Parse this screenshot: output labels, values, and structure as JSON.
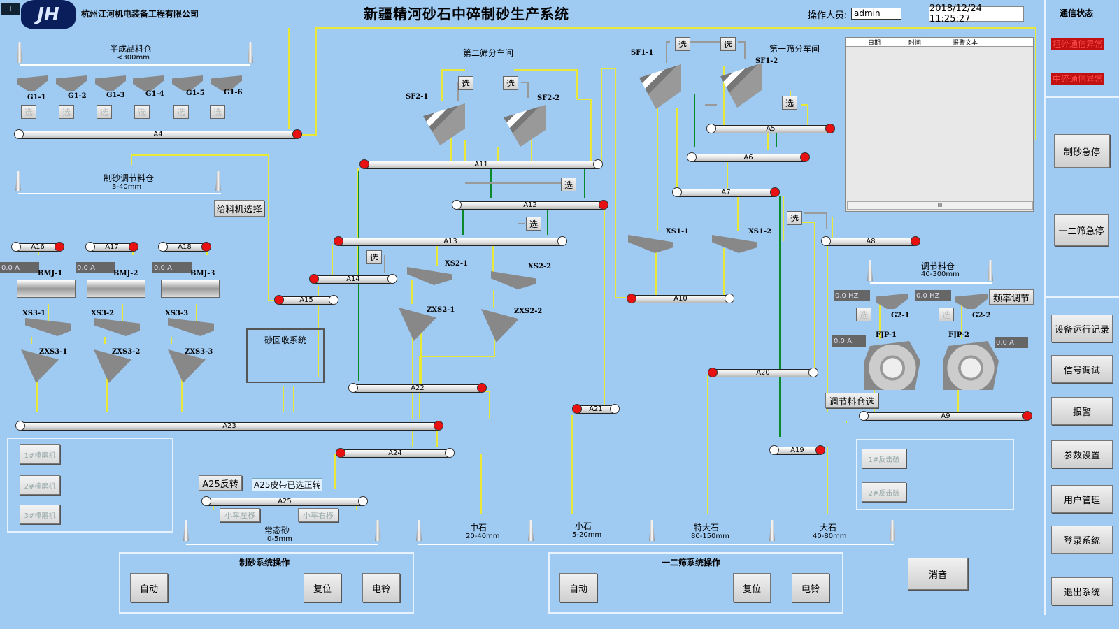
{
  "header": {
    "mini_logo": "I",
    "logo": "JH",
    "company": "杭州江河机电装备工程有限公司",
    "title": "新疆精河砂石中碎制砂生产系统",
    "operator_label": "操作人员:",
    "operator_value": "admin",
    "datetime": "2018/12/24 11:25:27"
  },
  "right_panel": {
    "comm_title": "通信状态",
    "comm_errors": [
      "粗碎通信异常",
      "中碎通信异常"
    ],
    "btn_sand_estop": "制砂急停",
    "btn_screen_estop": "一二筛急停",
    "buttons": [
      "设备运行记录",
      "信号调试",
      "报警",
      "参数设置",
      "用户管理",
      "登录系统",
      "退出系统"
    ]
  },
  "alarm_table": {
    "col_date": "日期",
    "col_time": "时间",
    "col_text": "报警文本",
    "scroll_mark": "III"
  },
  "areas": {
    "semi_bin": "半成品料仓",
    "semi_bin_sub": "<300mm",
    "sand_bin": "制砂调节料仓",
    "sand_bin_sub": "3-40mm",
    "screen2": "第二筛分车间",
    "screen1": "第一筛分车间",
    "adj_bin": "调节料仓",
    "adj_bin_sub": "40-300mm",
    "sand_recovery": "砂回收系统"
  },
  "feeders_g1": [
    "G1-1",
    "G1-2",
    "G1-3",
    "G1-4",
    "G1-5",
    "G1-6"
  ],
  "select_label": "选",
  "selectors_dim_label": "选",
  "buttons": {
    "feeder_select": "给料机选择",
    "freq_adjust": "频率调节",
    "adj_bin_select": "调节料仓选",
    "a25_reverse": "A25反转",
    "a25_forward": "A25皮带已选正转",
    "cart_left": "小车左移",
    "cart_right": "小车右移",
    "rod1": "1#棒磨机",
    "rod2": "2#棒磨机",
    "rod3": "3#棒磨机",
    "impact1": "1#反击破",
    "impact2": "2#反击破",
    "mute": "消音"
  },
  "ops": {
    "sand_title": "制砂系统操作",
    "screen_title": "一二筛系统操作",
    "auto": "自动",
    "reset": "复位",
    "bell": "电铃"
  },
  "conveyors": [
    "A4",
    "A5",
    "A6",
    "A7",
    "A8",
    "A9",
    "A10",
    "A11",
    "A12",
    "A13",
    "A14",
    "A15",
    "A16",
    "A17",
    "A18",
    "A19",
    "A20",
    "A21",
    "A22",
    "A23",
    "A24",
    "A25"
  ],
  "machines": {
    "bmj": [
      "BMJ-1",
      "BMJ-2",
      "BMJ-3"
    ],
    "xs3": [
      "XS3-1",
      "XS3-2",
      "XS3-3"
    ],
    "zxs3": [
      "ZXS3-1",
      "ZXS3-2",
      "ZXS3-3"
    ],
    "sf2": [
      "SF2-1",
      "SF2-2"
    ],
    "sf1": [
      "SF1-1",
      "SF1-2"
    ],
    "xs2": [
      "XS2-1",
      "XS2-2"
    ],
    "zxs2": [
      "ZXS2-1",
      "ZXS2-2"
    ],
    "xs1": [
      "XS1-1",
      "XS1-2"
    ],
    "g2": [
      "G2-1",
      "G2-2"
    ],
    "fjp": [
      "FJP-1",
      "FJP-2"
    ]
  },
  "readouts": {
    "amp": "0.0  A",
    "hz": "0.0  HZ"
  },
  "products": [
    {
      "name": "常态砂",
      "size": "0-5mm"
    },
    {
      "name": "中石",
      "size": "20-40mm"
    },
    {
      "name": "小石",
      "size": "5-20mm"
    },
    {
      "name": "特大石",
      "size": "80-150mm"
    },
    {
      "name": "大石",
      "size": "40-80mm"
    }
  ],
  "colors": {
    "background": "#9fcaf2",
    "running": "#e81010",
    "stopped": "#ffffff",
    "flow_line": "#e8e83a",
    "flow_green": "#0a8a2a",
    "flow_gray": "#9a9a9a"
  }
}
